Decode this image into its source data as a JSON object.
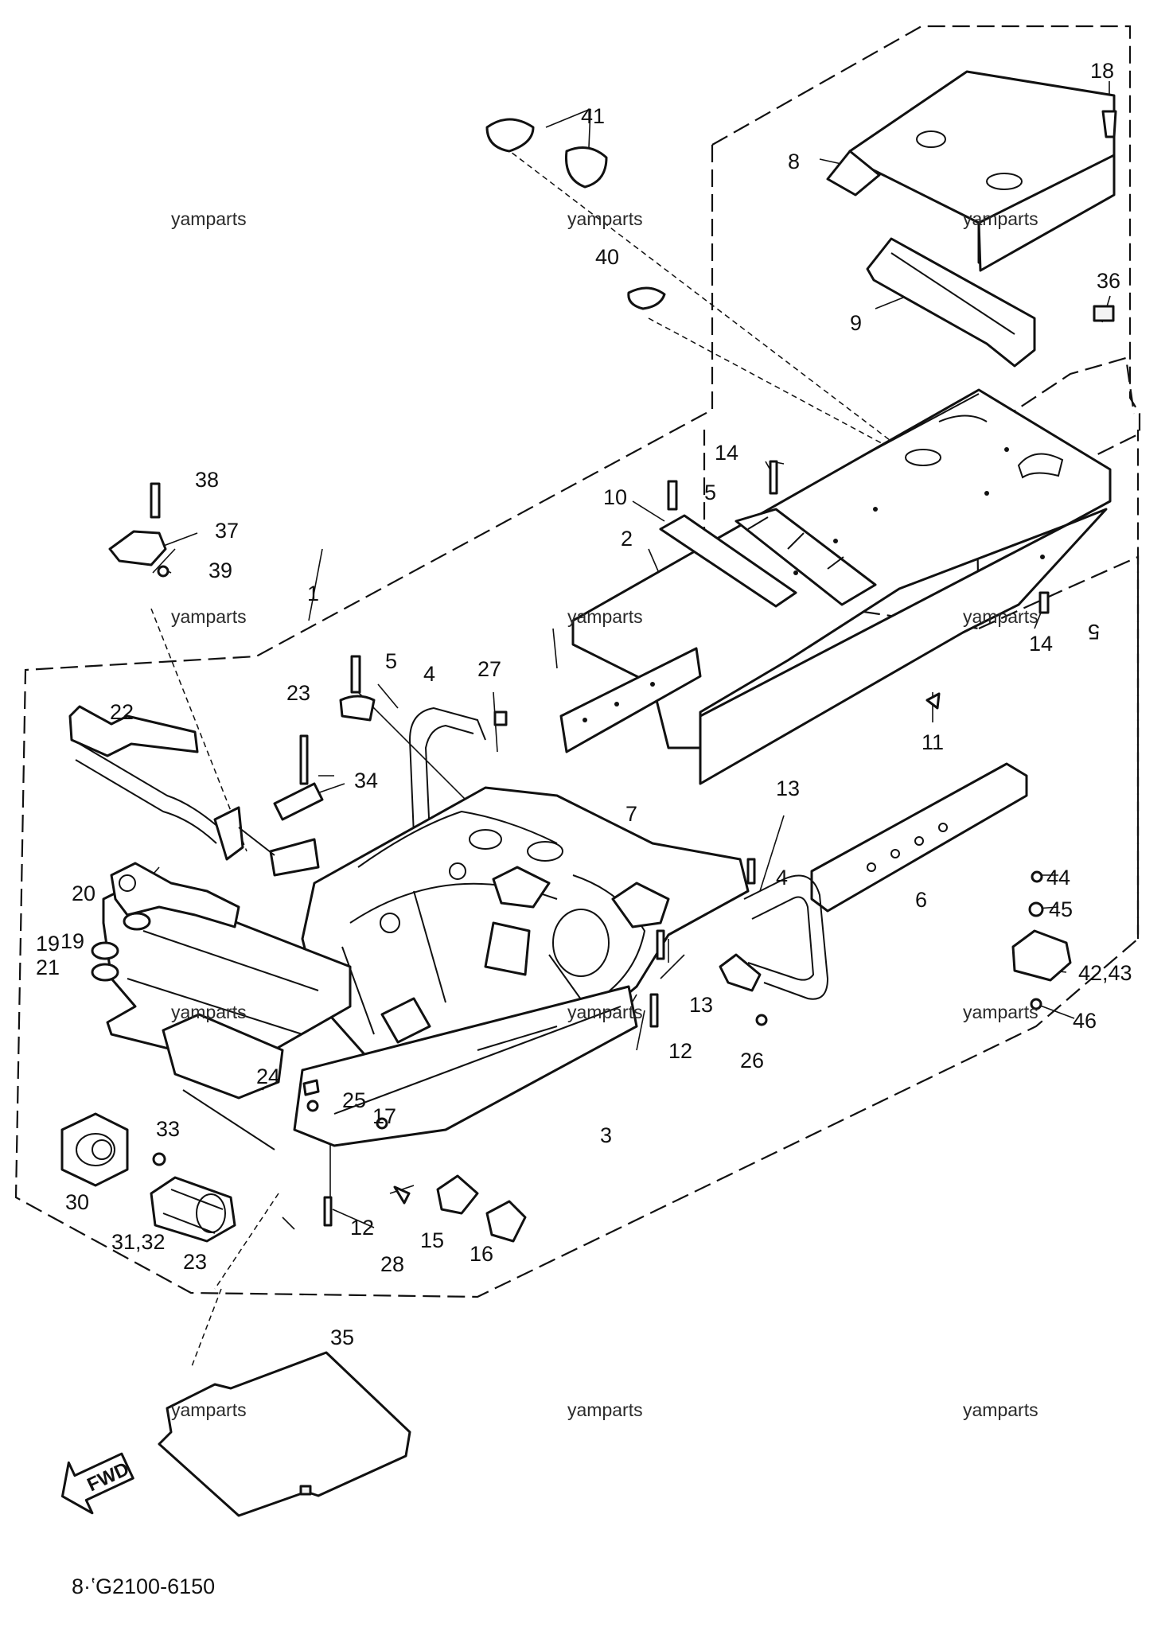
{
  "watermark": "yamparts",
  "diagram_code": "8·ʽG2100-6150",
  "fwd_label": "FWD",
  "callouts": [
    {
      "id": "c1",
      "text": "1"
    },
    {
      "id": "c2",
      "text": "2"
    },
    {
      "id": "c3",
      "text": "3"
    },
    {
      "id": "c4a",
      "text": "4"
    },
    {
      "id": "c4b",
      "text": "4"
    },
    {
      "id": "c5a",
      "text": "5"
    },
    {
      "id": "c5b",
      "text": "5"
    },
    {
      "id": "c5c",
      "text": "5"
    },
    {
      "id": "c6",
      "text": "6"
    },
    {
      "id": "c7",
      "text": "7"
    },
    {
      "id": "c8",
      "text": "8"
    },
    {
      "id": "c9",
      "text": "9"
    },
    {
      "id": "c10",
      "text": "10"
    },
    {
      "id": "c11",
      "text": "11"
    },
    {
      "id": "c12a",
      "text": "12"
    },
    {
      "id": "c12b",
      "text": "12"
    },
    {
      "id": "c13a",
      "text": "13"
    },
    {
      "id": "c13b",
      "text": "13"
    },
    {
      "id": "c14a",
      "text": "14"
    },
    {
      "id": "c14b",
      "text": "14"
    },
    {
      "id": "c15",
      "text": "15"
    },
    {
      "id": "c16",
      "text": "16"
    },
    {
      "id": "c17",
      "text": "17"
    },
    {
      "id": "c18",
      "text": "18"
    },
    {
      "id": "c19a",
      "text": "19"
    },
    {
      "id": "c19b",
      "text": "19"
    },
    {
      "id": "c20",
      "text": "20"
    },
    {
      "id": "c21",
      "text": "21"
    },
    {
      "id": "c22",
      "text": "22"
    },
    {
      "id": "c23a",
      "text": "23"
    },
    {
      "id": "c23b",
      "text": "23"
    },
    {
      "id": "c24",
      "text": "24"
    },
    {
      "id": "c25",
      "text": "25"
    },
    {
      "id": "c26",
      "text": "26"
    },
    {
      "id": "c27",
      "text": "27"
    },
    {
      "id": "c28",
      "text": "28"
    },
    {
      "id": "c30",
      "text": "30"
    },
    {
      "id": "c3132",
      "text": "31,32"
    },
    {
      "id": "c33",
      "text": "33"
    },
    {
      "id": "c34",
      "text": "34"
    },
    {
      "id": "c35",
      "text": "35"
    },
    {
      "id": "c36",
      "text": "36"
    },
    {
      "id": "c37",
      "text": "37"
    },
    {
      "id": "c38",
      "text": "38"
    },
    {
      "id": "c39",
      "text": "39"
    },
    {
      "id": "c40",
      "text": "40"
    },
    {
      "id": "c41",
      "text": "41"
    },
    {
      "id": "c4243",
      "text": "42,43"
    },
    {
      "id": "c44",
      "text": "44"
    },
    {
      "id": "c45",
      "text": "45"
    },
    {
      "id": "c46",
      "text": "46"
    }
  ]
}
